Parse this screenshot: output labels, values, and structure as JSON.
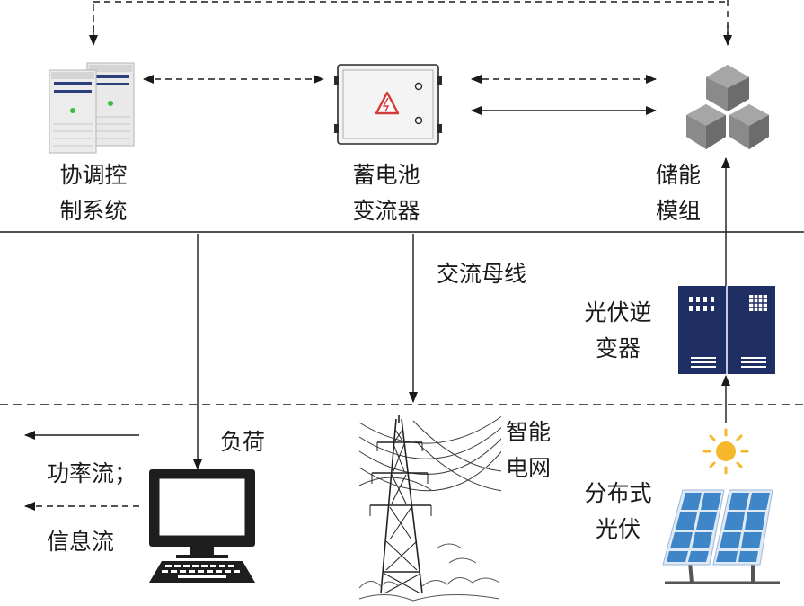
{
  "colors": {
    "line": "#1a1a1a",
    "server_body": "#e9e9ea",
    "server_slot": "#2b3f7a",
    "server_led": "#3dbb3d",
    "converter_body": "#f4f4f4",
    "warning": "#d23a3a",
    "storage_cube": "#7a7a7a",
    "inverter_body": "#1f2f63",
    "sun": "#f7b72a",
    "panel_cell": "#3f86c8"
  },
  "icons": {
    "coordination_system": "server-tower-icon",
    "battery_converter": "electrical-cabinet-icon",
    "energy_storage": "cube-cluster-icon",
    "pv_inverter": "inverter-cabinet-icon",
    "load": "desktop-computer-icon",
    "smart_grid": "power-tower-icon",
    "distributed_pv": "solar-panel-icon",
    "sun": "sun-icon"
  },
  "nodes": {
    "coordination_system": {
      "line1": "协调控",
      "line2": "制系统"
    },
    "battery_converter": {
      "line1": "蓄电池",
      "line2": "变流器"
    },
    "energy_storage": {
      "line1": "储能",
      "line2": "模组"
    },
    "ac_bus": {
      "label": "交流母线"
    },
    "pv_inverter": {
      "line1": "光伏逆",
      "line2": "变器"
    },
    "load": {
      "label": "负荷"
    },
    "smart_grid": {
      "line1": "智能",
      "line2": "电网"
    },
    "distributed_pv": {
      "line1": "分布式",
      "line2": "光伏"
    }
  },
  "legend": {
    "power_flow": "功率流；",
    "info_flow": "信息流"
  }
}
